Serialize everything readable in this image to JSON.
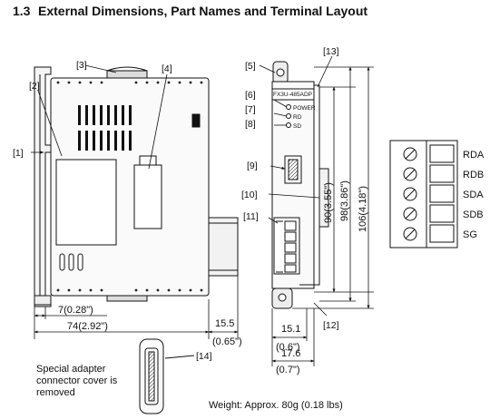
{
  "heading": {
    "number": "1.3",
    "title": "External Dimensions, Part Names and Terminal Layout"
  },
  "callouts": [
    "[1]",
    "[2]",
    "[3]",
    "[4]",
    "[5]",
    "[6]",
    "[7]",
    "[8]",
    "[9]",
    "[10]",
    "[11]",
    "[12]",
    "[13]",
    "[14]"
  ],
  "dimensions": {
    "d7": "7(0.28\")",
    "d74": "74(2.92\")",
    "d15_5": "15.5",
    "d15_5_in": "(0.65\")",
    "d15_1": "15.1",
    "d15_1_in": "(0.6\")",
    "d17_6": "17.6",
    "d17_6_in": "(0.7\")",
    "d90": "90(3.55\")",
    "d98": "98(3.86\")",
    "d106": "106(4.18\")"
  },
  "side_panel": {
    "model": "FX3U-485ADP",
    "leds": [
      "POWER",
      "RD",
      "SD"
    ]
  },
  "terminals": [
    "RDA",
    "RDB",
    "SDA",
    "SDB",
    "SG"
  ],
  "notes": {
    "cover_removed": "Special adapter connector cover is removed",
    "weight": "Weight: Approx. 80g (0.18 lbs)"
  }
}
